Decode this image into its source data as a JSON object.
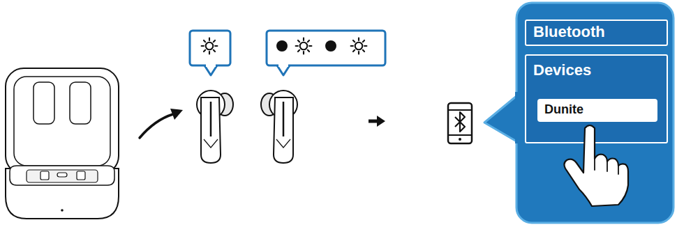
{
  "diagram": {
    "nodes": [
      {
        "text": [
          "Bluetooth"
        ]
      },
      {
        "text": [
          "Devices"
        ]
      },
      {
        "text": [
          "Dunite"
        ],
        "in": 1
      }
    ]
  }
}
